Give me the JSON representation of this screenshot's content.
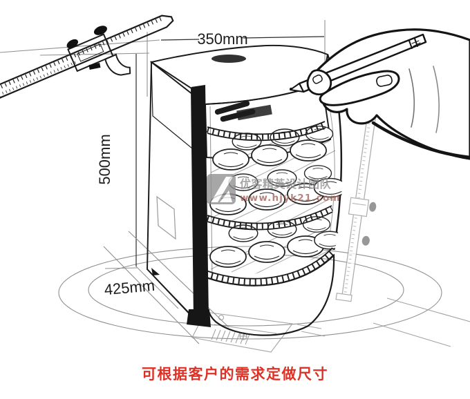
{
  "page": {
    "background": "#ffffff"
  },
  "dimensions": {
    "width": {
      "label": "350mm"
    },
    "height": {
      "label": "500mm"
    },
    "depth": {
      "label": "425mm"
    }
  },
  "caption": {
    "text": "可根据客户的需求定做尺寸"
  },
  "watermark": {
    "team_name": "优客精英设计团队",
    "website": "www.hjyk21.com"
  },
  "colors": {
    "ink": "#1c1c1c",
    "faint_line": "#8f8f8f",
    "caption_red": "#de3126",
    "watermark_gray": "#8f8f8f"
  }
}
